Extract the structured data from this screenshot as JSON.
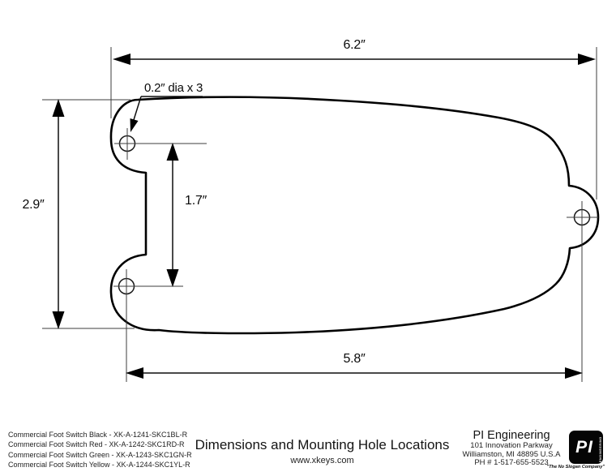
{
  "drawing": {
    "dimensions": {
      "overall_width": "6.2″",
      "overall_height": "2.9″",
      "hole_spacing_vertical": "1.7″",
      "hole_spacing_horizontal": "5.8″",
      "hole_spec": "0.2″ dia x 3"
    }
  },
  "footer": {
    "products": [
      "Commercial Foot Switch Black - XK-A-1241-SKC1BL-R",
      "Commercial Foot Switch Red - XK-A-1242-SKC1RD-R",
      "Commercial Foot Switch Green - XK-A-1243-SKC1GN-R",
      "Commercial Foot Switch Yellow - XK-A-1244-SKC1YL-R"
    ],
    "title": "Dimensions and Mounting Hole Locations",
    "website": "www.xkeys.com",
    "company": {
      "name": "PI Engineering",
      "address_line1": "101 Innovation Parkway",
      "address_line2": "Williamston, MI 48895 U.S.A",
      "phone": "PH # 1-517-655-5523",
      "logo_monogram": "PI",
      "logo_vertical_text": "ENGINEERING",
      "slogan": "\"The No Slogan Company\""
    }
  }
}
